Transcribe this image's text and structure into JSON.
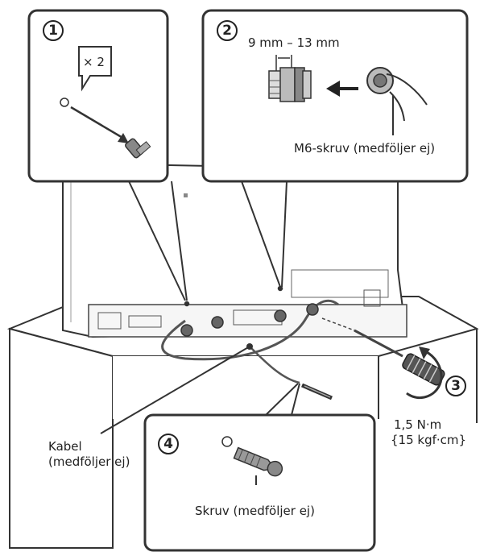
{
  "steps": {
    "s1": "1",
    "s2": "2",
    "s3": "3",
    "s4": "4"
  },
  "callout1": {
    "quantity": "× 2"
  },
  "callout2": {
    "dimension": "9 mm – 13 mm",
    "screw_label": "M6-skruv (medföljer ej)"
  },
  "callout4": {
    "screw_label": "Skruv (medföljer ej)"
  },
  "cable": {
    "line1": "Kabel",
    "line2": "(medföljer ej)"
  },
  "torque": {
    "line1": "1,5 N·m",
    "line2": "{15 kgf·cm}"
  },
  "icons": [
    "screw-icon",
    "bolt-icon",
    "screwdriver-icon",
    "rotate-arrow-icon"
  ]
}
